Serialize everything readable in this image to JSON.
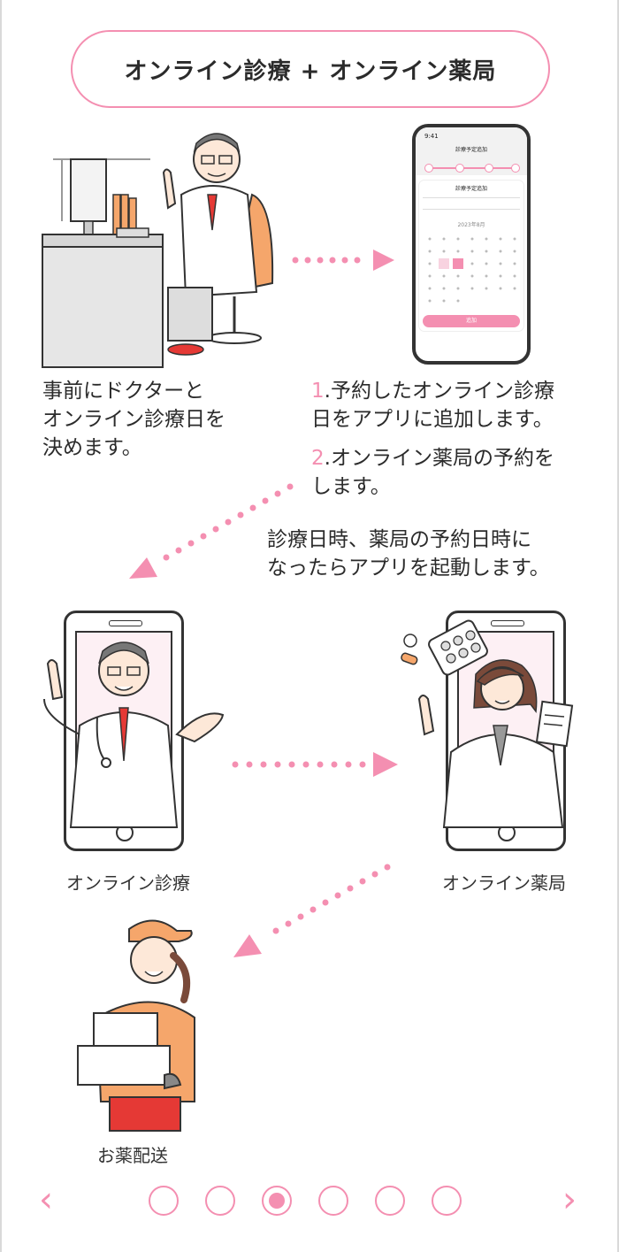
{
  "header": {
    "title": "オンライン診療 + オンライン薬局"
  },
  "steps": {
    "step0": {
      "line1": "事前にドクターと",
      "line2": "オンライン診療日を",
      "line3": "決めます。"
    },
    "step1": {
      "num": "1",
      "line1": ".予約したオンライン診療",
      "line2": "日をアプリに追加します。"
    },
    "step2": {
      "num": "2",
      "line1": ".オンライン薬局の予約を",
      "line2": "します。"
    },
    "step3": {
      "line1": "診療日時、薬局の予約日時に",
      "line2": "なったらアプリを起動します。"
    }
  },
  "captions": {
    "online_consult": "オンライン診療",
    "online_pharmacy": "オンライン薬局",
    "delivery": "お薬配送"
  },
  "phone_screen": {
    "time": "9:41",
    "header": "診療予定追加",
    "modal_title": "診療予定追加",
    "month": "2023年8月",
    "submit": "追加"
  },
  "pagination": {
    "total": 6,
    "current": 3,
    "prev": "‹",
    "next": "›"
  },
  "colors": {
    "accent": "#f48fb1",
    "skin": "#fde8d8",
    "orange": "#f5a66b"
  }
}
